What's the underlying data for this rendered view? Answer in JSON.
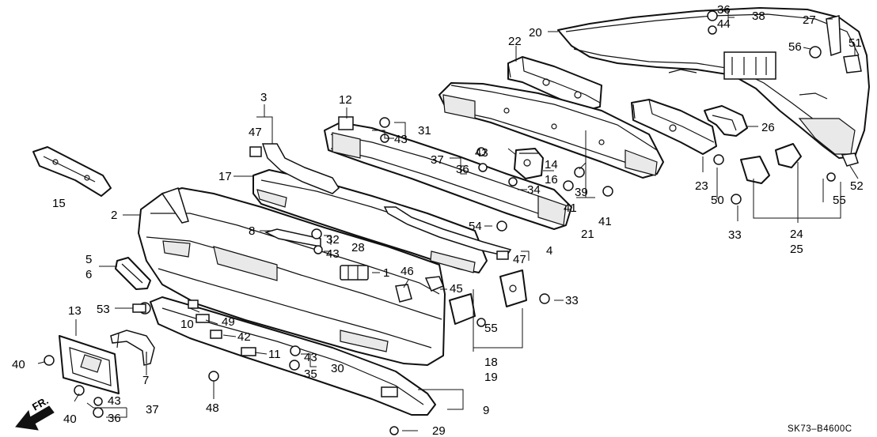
{
  "diagram": {
    "code": "SK73–B4600C",
    "direction_label": "FR."
  },
  "callouts": {
    "c1": "1",
    "c2": "2",
    "c3": "3",
    "c4": "4",
    "c5": "5",
    "c6": "6",
    "c7": "7",
    "c8": "8",
    "c9": "9",
    "c10": "10",
    "c11": "11",
    "c12": "12",
    "c13": "13",
    "c14": "14",
    "c15": "15",
    "c16": "16",
    "c17": "17",
    "c18": "18",
    "c19": "19",
    "c20": "20",
    "c21": "21",
    "c22": "22",
    "c23": "23",
    "c24": "24",
    "c25": "25",
    "c26": "26",
    "c27": "27",
    "c28": "28",
    "c29": "29",
    "c30": "30",
    "c31": "31",
    "c32": "32",
    "c33": "33",
    "c34": "34",
    "c35": "35",
    "c36": "36",
    "c37": "37",
    "c38": "38",
    "c39": "39",
    "c40": "40",
    "c41": "41",
    "c42": "42",
    "c43": "43",
    "c44": "44",
    "c45": "45",
    "c46": "46",
    "c47": "47",
    "c48": "48",
    "c49": "49",
    "c50": "50",
    "c51": "51",
    "c52": "52",
    "c53": "53",
    "c54": "54",
    "c55": "55",
    "c56": "56"
  }
}
